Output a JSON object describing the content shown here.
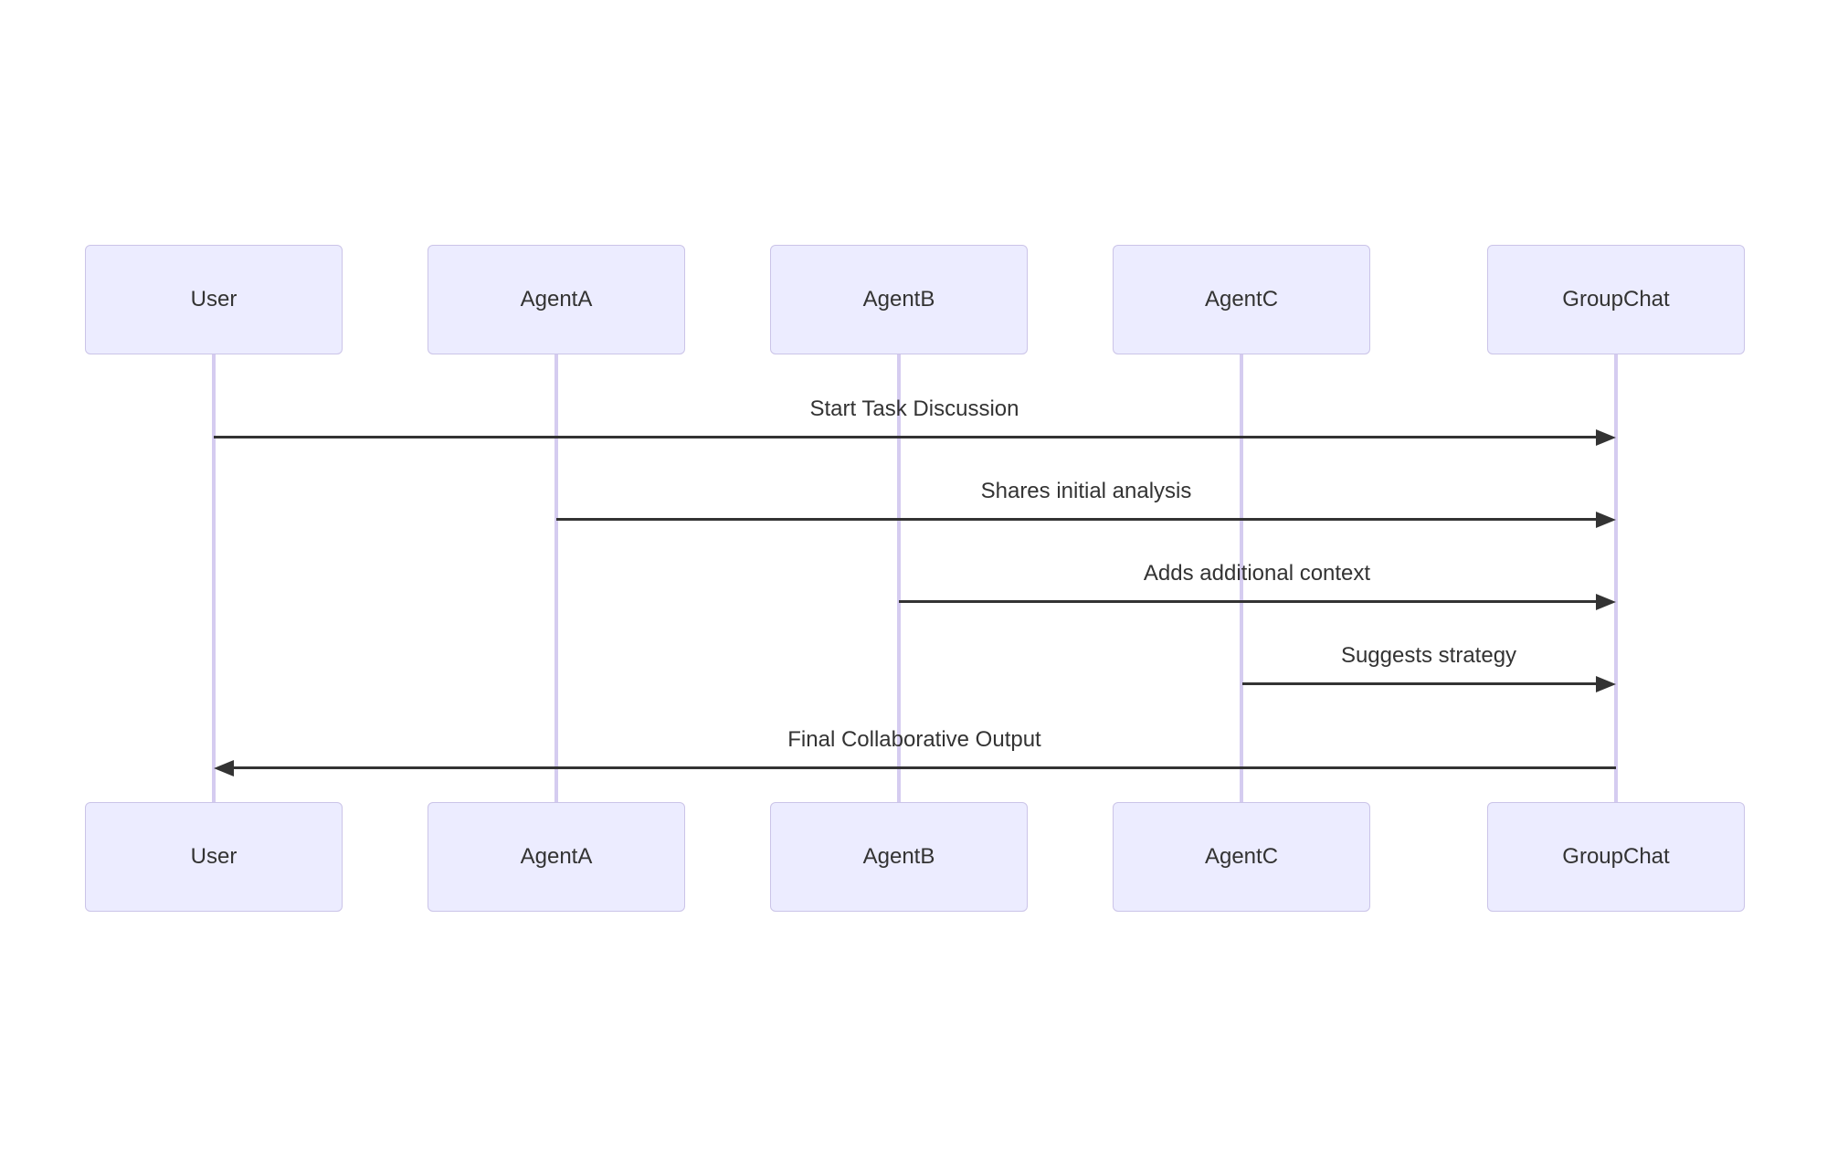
{
  "diagram": {
    "kind": "sequence-diagram"
  },
  "participants": [
    {
      "name": "User"
    },
    {
      "name": "AgentA"
    },
    {
      "name": "AgentB"
    },
    {
      "name": "AgentC"
    },
    {
      "name": "GroupChat"
    }
  ],
  "messages": [
    {
      "from": "User",
      "to": "GroupChat",
      "label": "Start Task Discussion",
      "direction": "right"
    },
    {
      "from": "AgentA",
      "to": "GroupChat",
      "label": "Shares initial analysis",
      "direction": "right"
    },
    {
      "from": "AgentB",
      "to": "GroupChat",
      "label": "Adds additional context",
      "direction": "right"
    },
    {
      "from": "AgentC",
      "to": "GroupChat",
      "label": "Suggests strategy",
      "direction": "right"
    },
    {
      "from": "GroupChat",
      "to": "User",
      "label": "Final Collaborative Output",
      "direction": "left"
    }
  ],
  "colors": {
    "background": "#ffffff",
    "actor_fill": "#ececff",
    "actor_border": "#cbc4e8",
    "lifeline": "#d5ccf0",
    "arrow": "#333333",
    "text": "#333333"
  }
}
